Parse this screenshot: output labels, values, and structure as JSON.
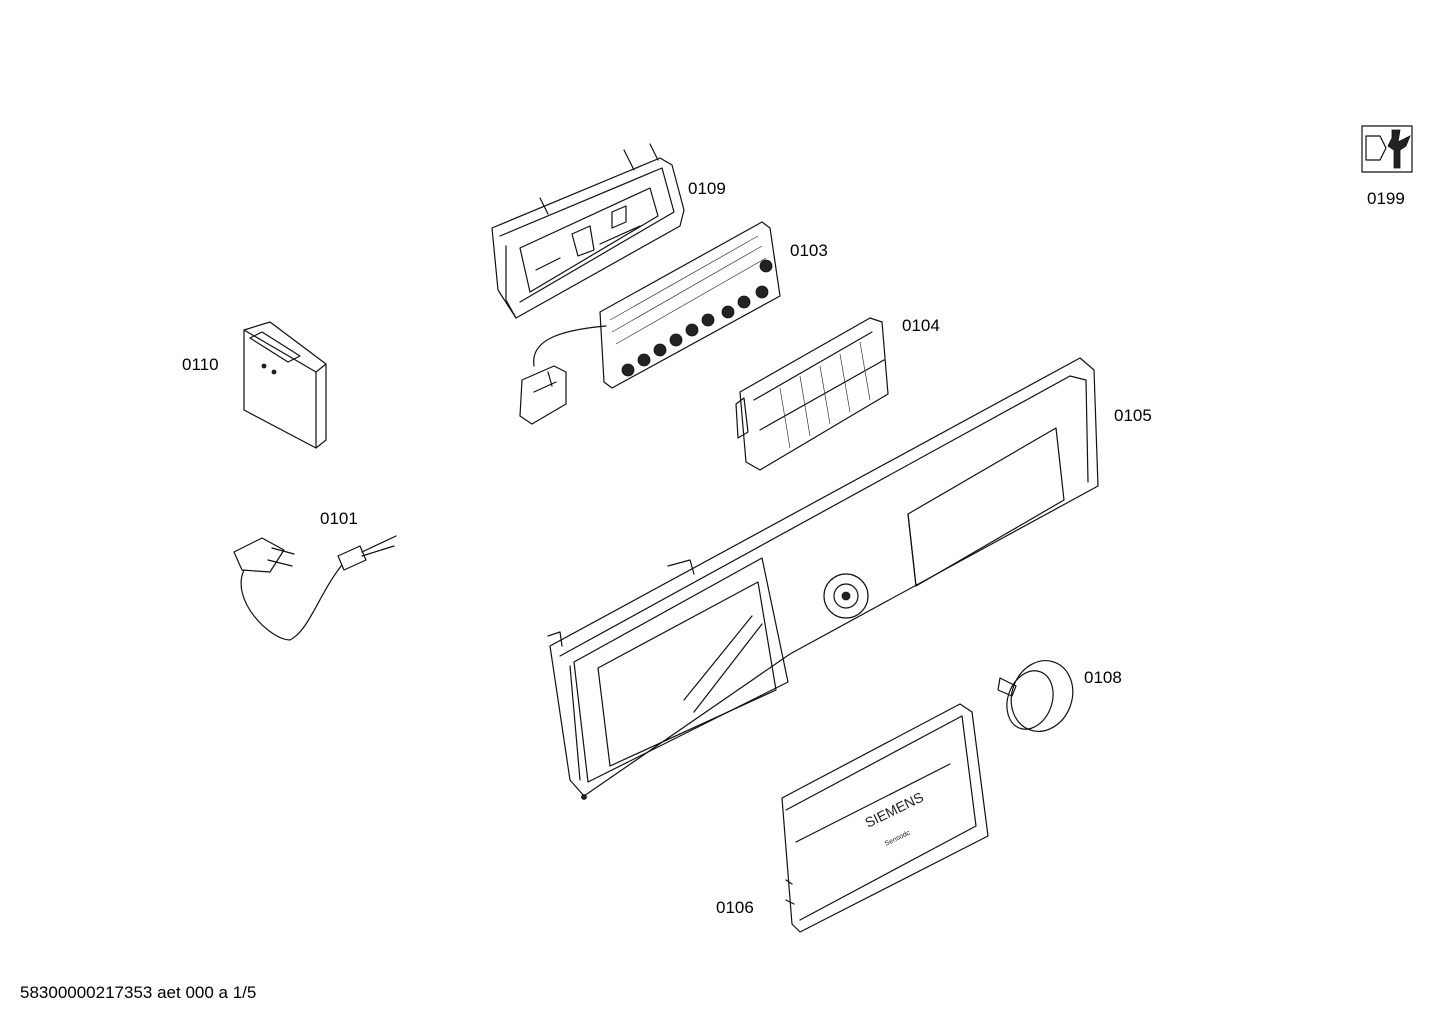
{
  "parts": [
    {
      "id": "0109",
      "name": "control-housing"
    },
    {
      "id": "0103",
      "name": "control-module-board"
    },
    {
      "id": "0104",
      "name": "display-holder"
    },
    {
      "id": "0105",
      "name": "control-fascia-panel"
    },
    {
      "id": "0110",
      "name": "power-module"
    },
    {
      "id": "0101",
      "name": "mains-cable"
    },
    {
      "id": "0108",
      "name": "selector-knob"
    },
    {
      "id": "0106",
      "name": "detergent-drawer-handle"
    },
    {
      "id": "0199",
      "name": "service-tool-icon"
    }
  ],
  "handle_branding": {
    "brand": "SIEMENS",
    "sub": "Sensodc"
  },
  "footer": "58300000217353 aet 000 a 1/5"
}
